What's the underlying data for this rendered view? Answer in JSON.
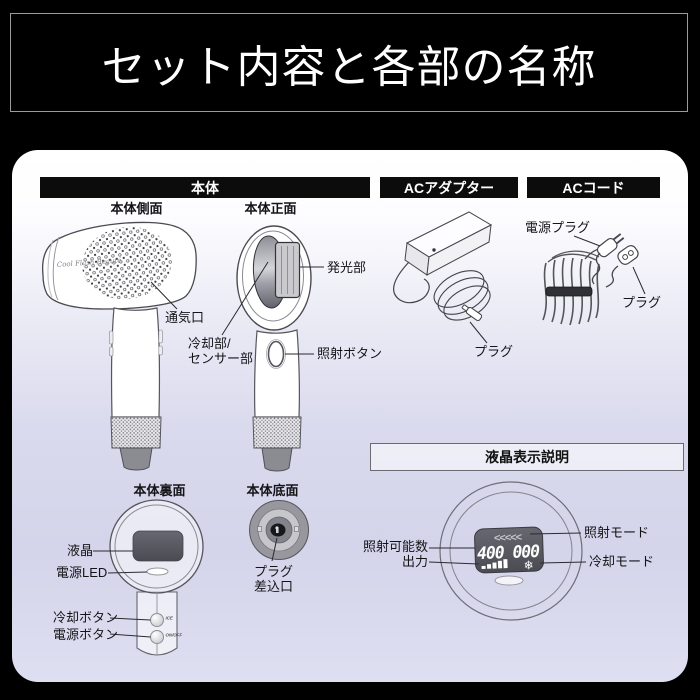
{
  "header": {
    "title": "セット内容と各部の名称"
  },
  "sections": {
    "body": "本体",
    "ac_adapter": "ACアダプター",
    "ac_cord": "ACコード",
    "lcd_note": "液晶表示説明"
  },
  "view_labels": {
    "side": "本体側面",
    "front": "本体正面",
    "back": "本体裏面",
    "bottom": "本体底面"
  },
  "callouts": {
    "vent": "通気口",
    "cooling_sensor": "冷却部/\nセンサー部",
    "emitter": "発光部",
    "flash_button": "照射ボタン",
    "adapter_plug": "プラグ",
    "power_plug": "電源プラグ",
    "cord_plug": "プラグ",
    "lcd": "液晶",
    "power_led": "電源LED",
    "cooling_button": "冷却ボタン",
    "power_button": "電源ボタン",
    "plug_socket": "プラグ\n差込口",
    "shots_remaining": "照射可能数",
    "output": "出力",
    "flash_mode": "照射モード",
    "cooling_mode": "冷却モード"
  },
  "device": {
    "brand_script": "Cool Flash Beauté",
    "ice_button": "ICE",
    "onoff_button": "ON/OFF",
    "lcd_display": {
      "mode_arrows": "<<<<<",
      "shot_count": "400 000",
      "cooling_icon": "❄"
    }
  },
  "colors": {
    "background": "#000000",
    "section_bar": "#0c0c0c",
    "panel_tint": "#d6d6ec",
    "lcd_screen": "#55555d",
    "text": "#141418"
  }
}
